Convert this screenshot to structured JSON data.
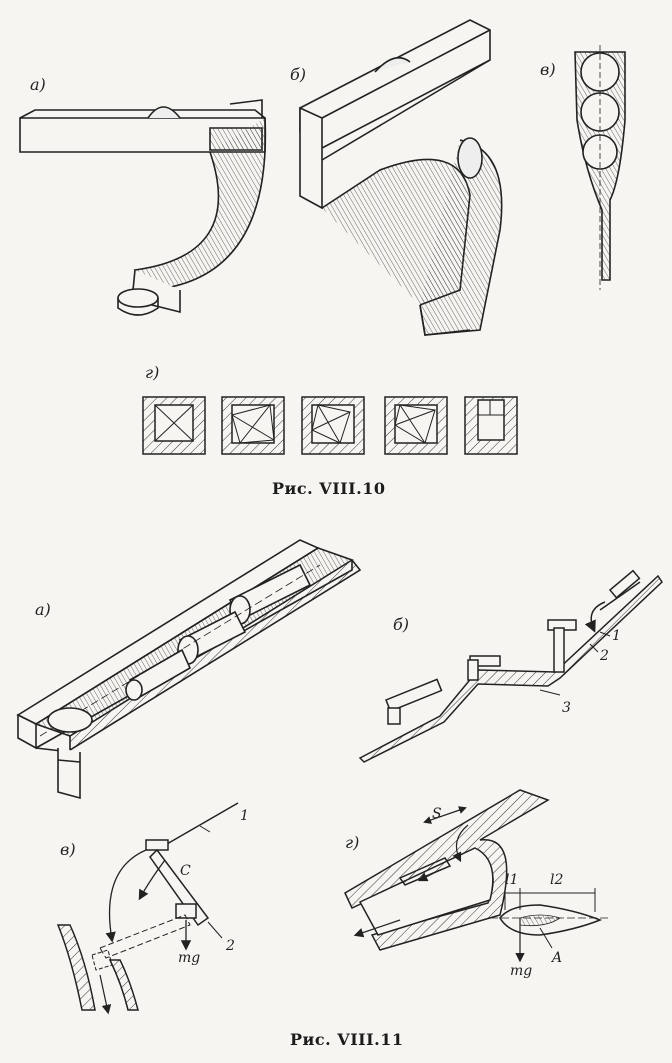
{
  "figure_1": {
    "caption": "Рис. VIII.10",
    "panel_labels": [
      "а)",
      "б)",
      "в)",
      "г)"
    ]
  },
  "figure_2": {
    "caption": "Рис. VIII.11",
    "panel_labels": [
      "а)",
      "б)",
      "в)",
      "г)"
    ],
    "callouts_b": [
      "1",
      "2",
      "3"
    ],
    "callouts_v": [
      "C",
      "1",
      "2",
      "mg"
    ],
    "callouts_g": [
      "S",
      "l1",
      "l2",
      "A",
      "mg"
    ]
  }
}
